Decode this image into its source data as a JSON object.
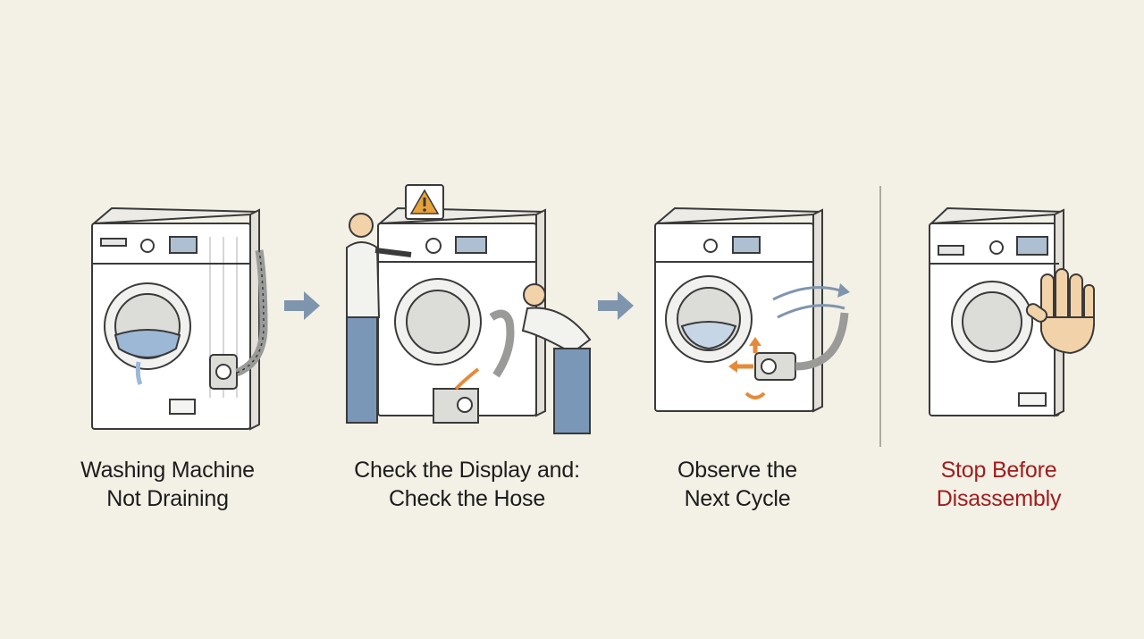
{
  "steps": [
    {
      "line1": "Washing Machine",
      "line2": "Not Draining"
    },
    {
      "line1": "Check the Display and:",
      "line2": "Check the Hose"
    },
    {
      "line1": "Observe the",
      "line2": "Next Cycle"
    },
    {
      "line1": "Stop Before",
      "line2": "Disassembly"
    }
  ],
  "colors": {
    "background": "#f3f0e6",
    "line": "#3a3a3a",
    "arrow": "#7f95ad",
    "water": "#9db8d6",
    "warning": "#e9a23b",
    "orange_arrow": "#e58a3a",
    "stop_text": "#a11d1d",
    "hand": "#f2d2a8"
  },
  "icons": [
    "washing-machine-icon",
    "warning-icon",
    "hand-stop-icon",
    "drain-pump-icon",
    "hose-icon",
    "person-icon"
  ]
}
